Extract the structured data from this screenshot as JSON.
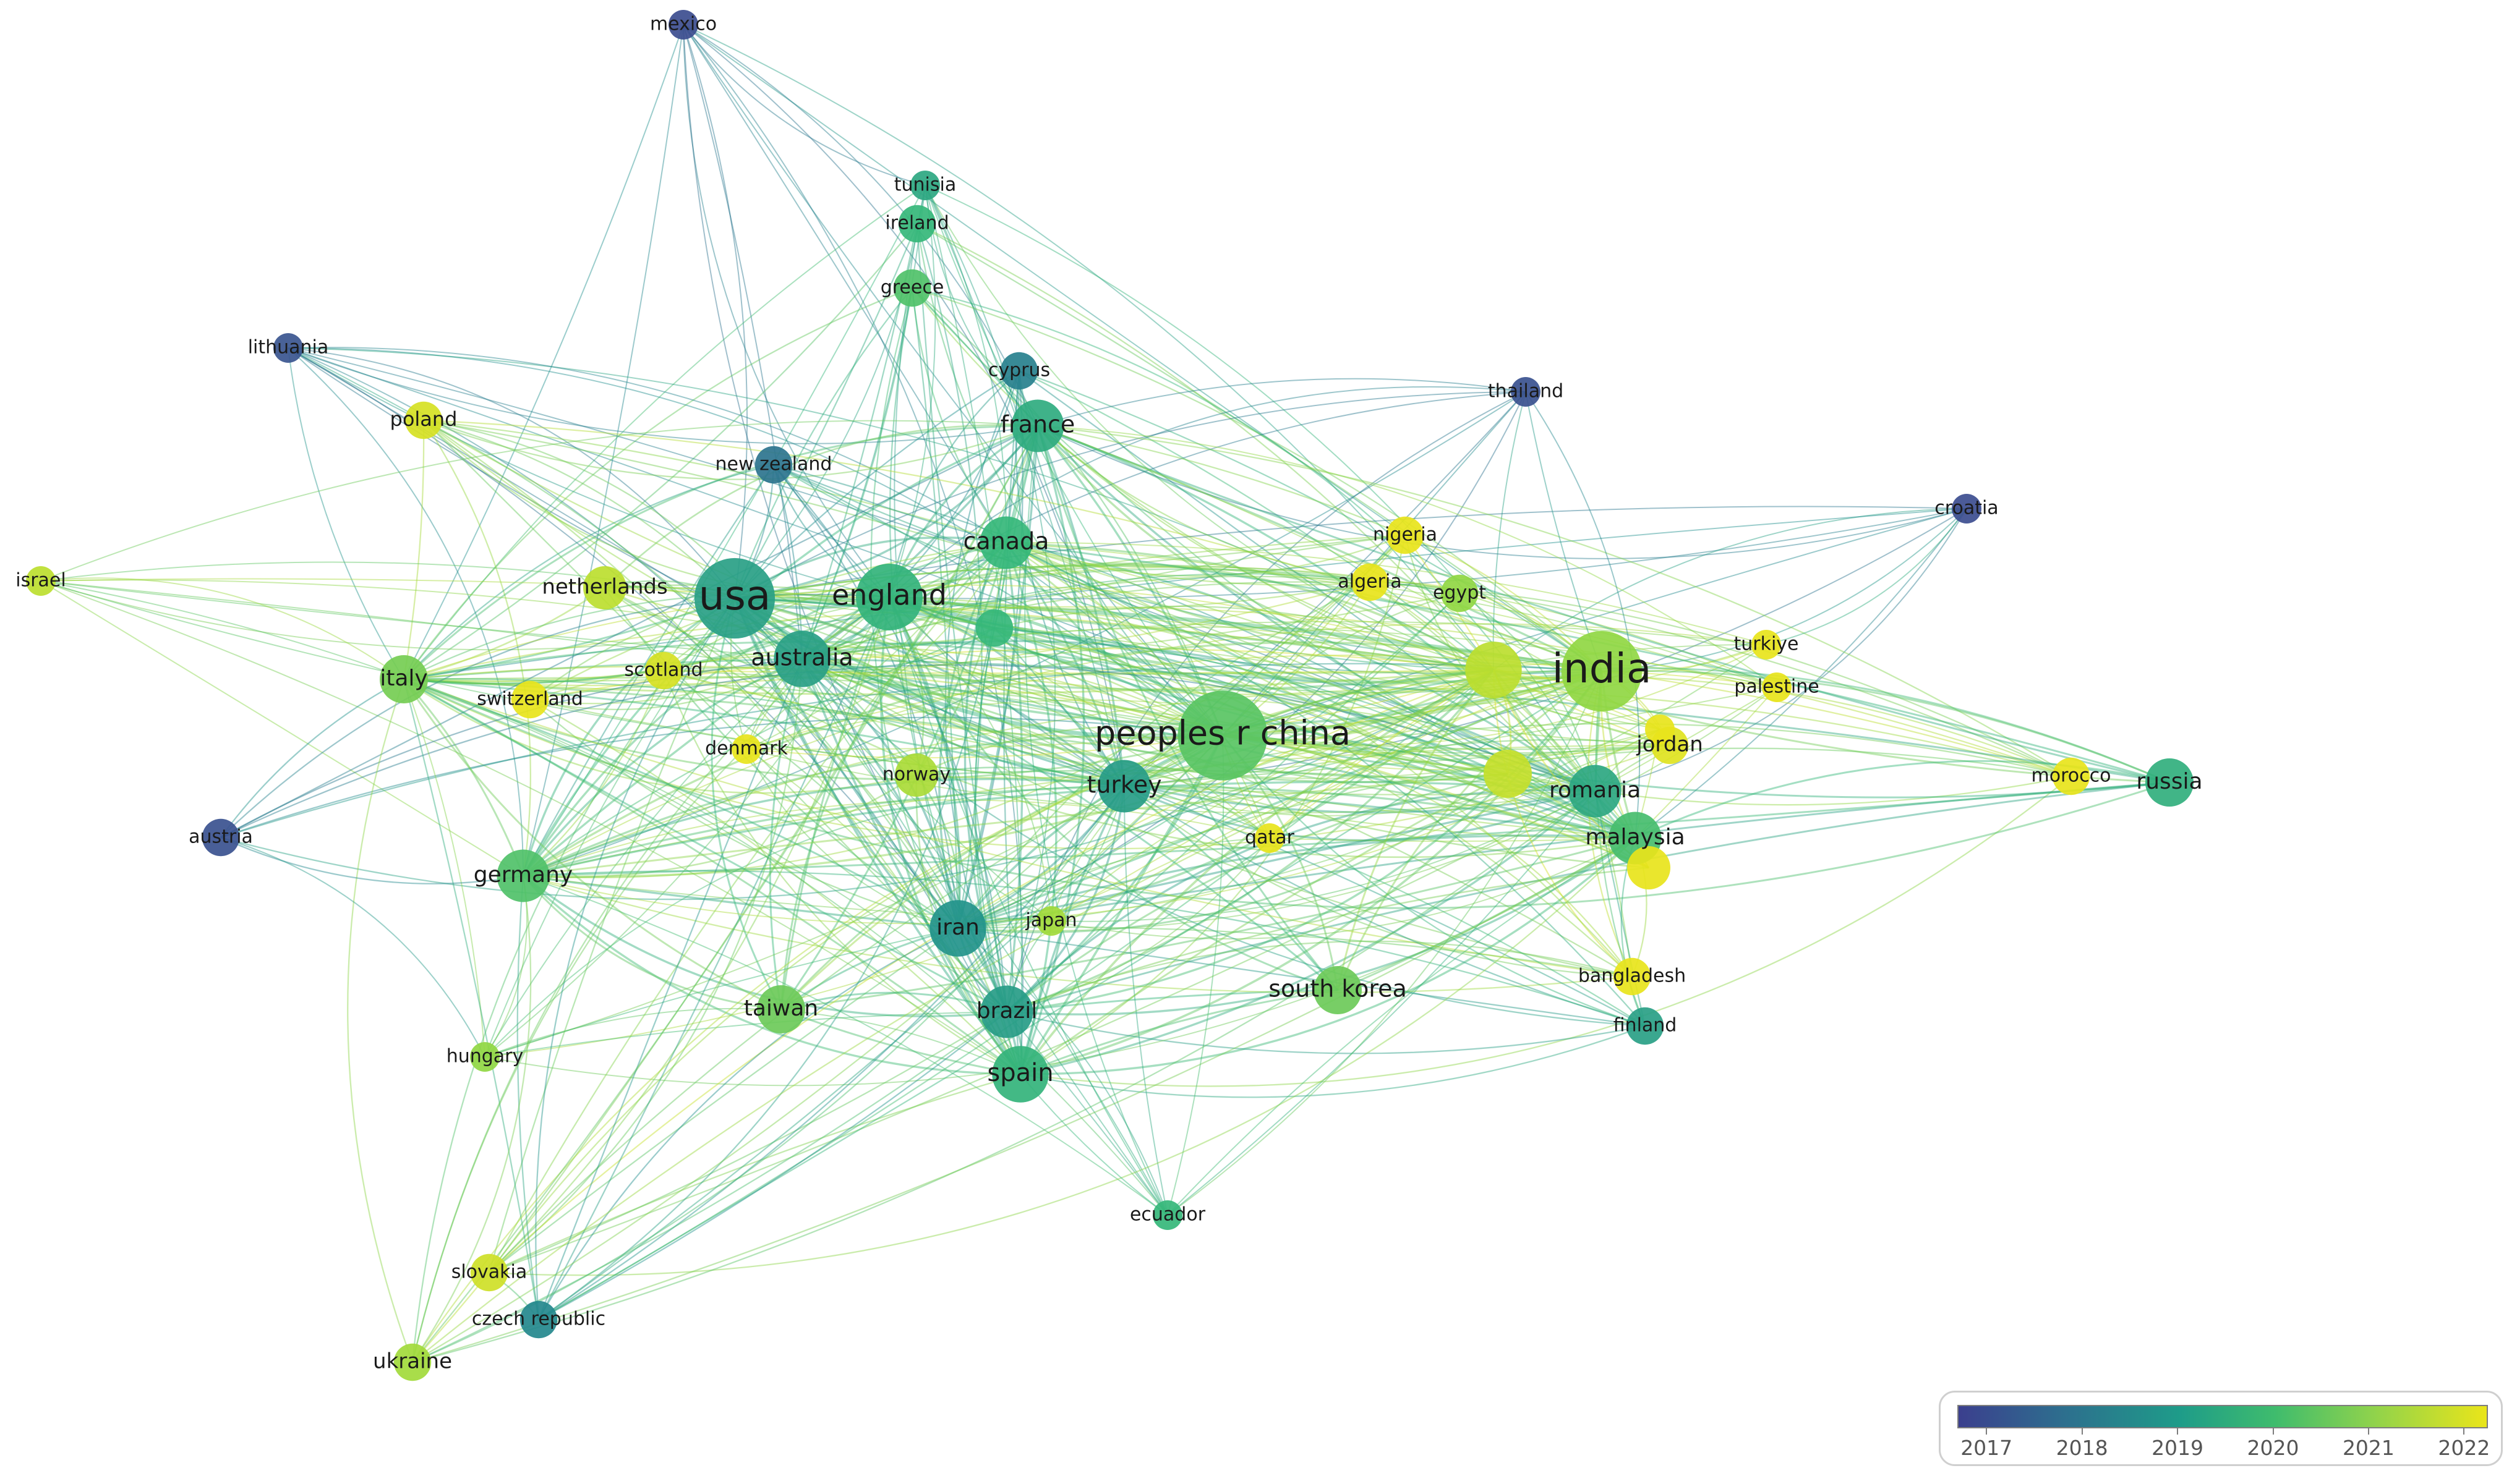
{
  "colors": {
    "2017": "#40428f",
    "2018": "#31688e",
    "2019": "#21908d",
    "2020": "#35b779",
    "2021": "#90d743",
    "2022": "#e8e41b"
  },
  "legend": {
    "labels": [
      "2017",
      "2018",
      "2019",
      "2020",
      "2021",
      "2022"
    ]
  },
  "nodes": [
    {
      "id": "mexico",
      "label": "mexico",
      "year": 2017.3,
      "weight": 1
    },
    {
      "id": "tunisia",
      "label": "tunisia",
      "year": 2019.6,
      "weight": 1
    },
    {
      "id": "ireland",
      "label": "ireland",
      "year": 2020.0,
      "weight": 2
    },
    {
      "id": "greece",
      "label": "greece",
      "year": 2020.3,
      "weight": 2
    },
    {
      "id": "lithuania",
      "label": "lithuania",
      "year": 2017.5,
      "weight": 1
    },
    {
      "id": "cyprus",
      "label": "cyprus",
      "year": 2018.6,
      "weight": 2
    },
    {
      "id": "thailand",
      "label": "thailand",
      "year": 2017.4,
      "weight": 1
    },
    {
      "id": "poland",
      "label": "poland",
      "year": 2021.8,
      "weight": 2
    },
    {
      "id": "france",
      "label": "france",
      "year": 2019.7,
      "weight": 5
    },
    {
      "id": "new-zealand",
      "label": "new zealand",
      "year": 2018.3,
      "weight": 2
    },
    {
      "id": "croatia",
      "label": "croatia",
      "year": 2017.3,
      "weight": 1
    },
    {
      "id": "nigeria",
      "label": "nigeria",
      "year": 2022.0,
      "weight": 2
    },
    {
      "id": "canada",
      "label": "canada",
      "year": 2020.0,
      "weight": 5
    },
    {
      "id": "israel",
      "label": "israel",
      "year": 2021.5,
      "weight": 1
    },
    {
      "id": "netherlands",
      "label": "netherlands",
      "year": 2021.5,
      "weight": 3
    },
    {
      "id": "usa",
      "label": "usa",
      "year": 2019.4,
      "weight": 14
    },
    {
      "id": "england",
      "label": "england",
      "year": 2019.9,
      "weight": 9
    },
    {
      "id": "algeria",
      "label": "algeria",
      "year": 2022.0,
      "weight": 2
    },
    {
      "id": "egypt",
      "label": "egypt",
      "year": 2021.0,
      "weight": 2
    },
    {
      "id": "india",
      "label": "india",
      "year": 2021.0,
      "weight": 14
    },
    {
      "id": "turkiye",
      "label": "turkiye",
      "year": 2022.2,
      "weight": 1
    },
    {
      "id": "australia",
      "label": "australia",
      "year": 2019.4,
      "weight": 6
    },
    {
      "id": "scotland",
      "label": "scotland",
      "year": 2021.8,
      "weight": 2
    },
    {
      "id": "italy",
      "label": "italy",
      "year": 2020.7,
      "weight": 4
    },
    {
      "id": "switzerland",
      "label": "switzerland",
      "year": 2022.0,
      "weight": 2
    },
    {
      "id": "palestine",
      "label": "palestine",
      "year": 2022.3,
      "weight": 1
    },
    {
      "id": "peoples-r-china",
      "label": "peoples r china",
      "year": 2020.4,
      "weight": 18
    },
    {
      "id": "denmark",
      "label": "denmark",
      "year": 2022.0,
      "weight": 1
    },
    {
      "id": "jordan",
      "label": "jordan",
      "year": 2021.9,
      "weight": 2
    },
    {
      "id": "norway",
      "label": "norway",
      "year": 2021.3,
      "weight": 3
    },
    {
      "id": "turkey",
      "label": "turkey",
      "year": 2019.3,
      "weight": 5
    },
    {
      "id": "romania",
      "label": "romania",
      "year": 2019.6,
      "weight": 5
    },
    {
      "id": "morocco",
      "label": "morocco",
      "year": 2022.0,
      "weight": 2
    },
    {
      "id": "russia",
      "label": "russia",
      "year": 2019.8,
      "weight": 4
    },
    {
      "id": "austria",
      "label": "austria",
      "year": 2017.4,
      "weight": 2
    },
    {
      "id": "qatar",
      "label": "qatar",
      "year": 2022.1,
      "weight": 1
    },
    {
      "id": "malaysia",
      "label": "malaysia",
      "year": 2020.2,
      "weight": 5
    },
    {
      "id": "germany",
      "label": "germany",
      "year": 2020.3,
      "weight": 5
    },
    {
      "id": "iran",
      "label": "iran",
      "year": 2019.1,
      "weight": 6
    },
    {
      "id": "japan",
      "label": "japan",
      "year": 2021.2,
      "weight": 1
    },
    {
      "id": "south-korea",
      "label": "south korea",
      "year": 2020.6,
      "weight": 4
    },
    {
      "id": "bangladesh",
      "label": "bangladesh",
      "year": 2022.0,
      "weight": 2
    },
    {
      "id": "taiwan",
      "label": "taiwan",
      "year": 2020.6,
      "weight": 4
    },
    {
      "id": "brazil",
      "label": "brazil",
      "year": 2019.3,
      "weight": 5
    },
    {
      "id": "finland",
      "label": "finland",
      "year": 2019.4,
      "weight": 2
    },
    {
      "id": "hungary",
      "label": "hungary",
      "year": 2021.0,
      "weight": 1
    },
    {
      "id": "spain",
      "label": "spain",
      "year": 2019.9,
      "weight": 6
    },
    {
      "id": "ecuador",
      "label": "ecuador",
      "year": 2020.0,
      "weight": 1
    },
    {
      "id": "slovakia",
      "label": "slovakia",
      "year": 2021.7,
      "weight": 2
    },
    {
      "id": "czech-republic",
      "label": "czech republic",
      "year": 2018.8,
      "weight": 2
    },
    {
      "id": "ukraine",
      "label": "ukraine",
      "year": 2021.2,
      "weight": 2
    },
    {
      "id": "n-unlabeled-1",
      "label": "",
      "year": 2020.0,
      "weight": 2
    },
    {
      "id": "n-unlabeled-2",
      "label": "",
      "year": 2021.5,
      "weight": 6
    },
    {
      "id": "n-unlabeled-3",
      "label": "",
      "year": 2021.6,
      "weight": 4
    },
    {
      "id": "n-unlabeled-4",
      "label": "",
      "year": 2022.1,
      "weight": 3
    },
    {
      "id": "n-unlabeled-5",
      "label": "",
      "year": 2022.3,
      "weight": 1
    }
  ]
}
